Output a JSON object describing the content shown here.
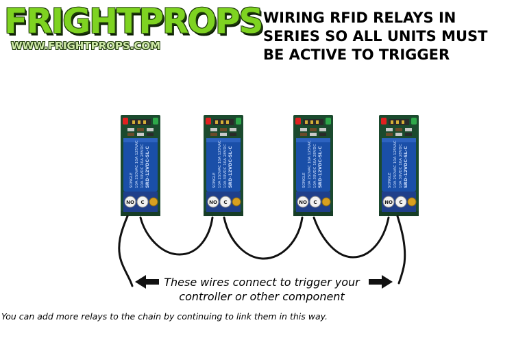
{
  "logo": {
    "name": "FRIGHTPROPS",
    "url": "WWW.FRIGHTPROPS.COM"
  },
  "title_lines": [
    "WIRING RFID RELAYS IN",
    "SERIES SO ALL UNITS MUST",
    "BE ACTIVE TO TRIGGER"
  ],
  "relay": {
    "count": 4,
    "terminals": [
      "NO",
      "C"
    ],
    "body_lines": [
      "10A 250VAC 10A 125VAC",
      "10A 30VDC 10A 28VDC",
      "SRD-12VDC-SL-C"
    ],
    "brand": "SONGLE"
  },
  "wire_note_lines": [
    "These wires connect to trigger your",
    "controller or other component"
  ],
  "footnote": "You can add more relays to the chain by continuing to link them in this way.",
  "colors": {
    "relay_body": "#1a4fa8",
    "pcb": "#1b4a2e",
    "wire": "#111111",
    "led_red": "#e02020",
    "led_green": "#2ea84a",
    "screw": "#d9a020"
  }
}
